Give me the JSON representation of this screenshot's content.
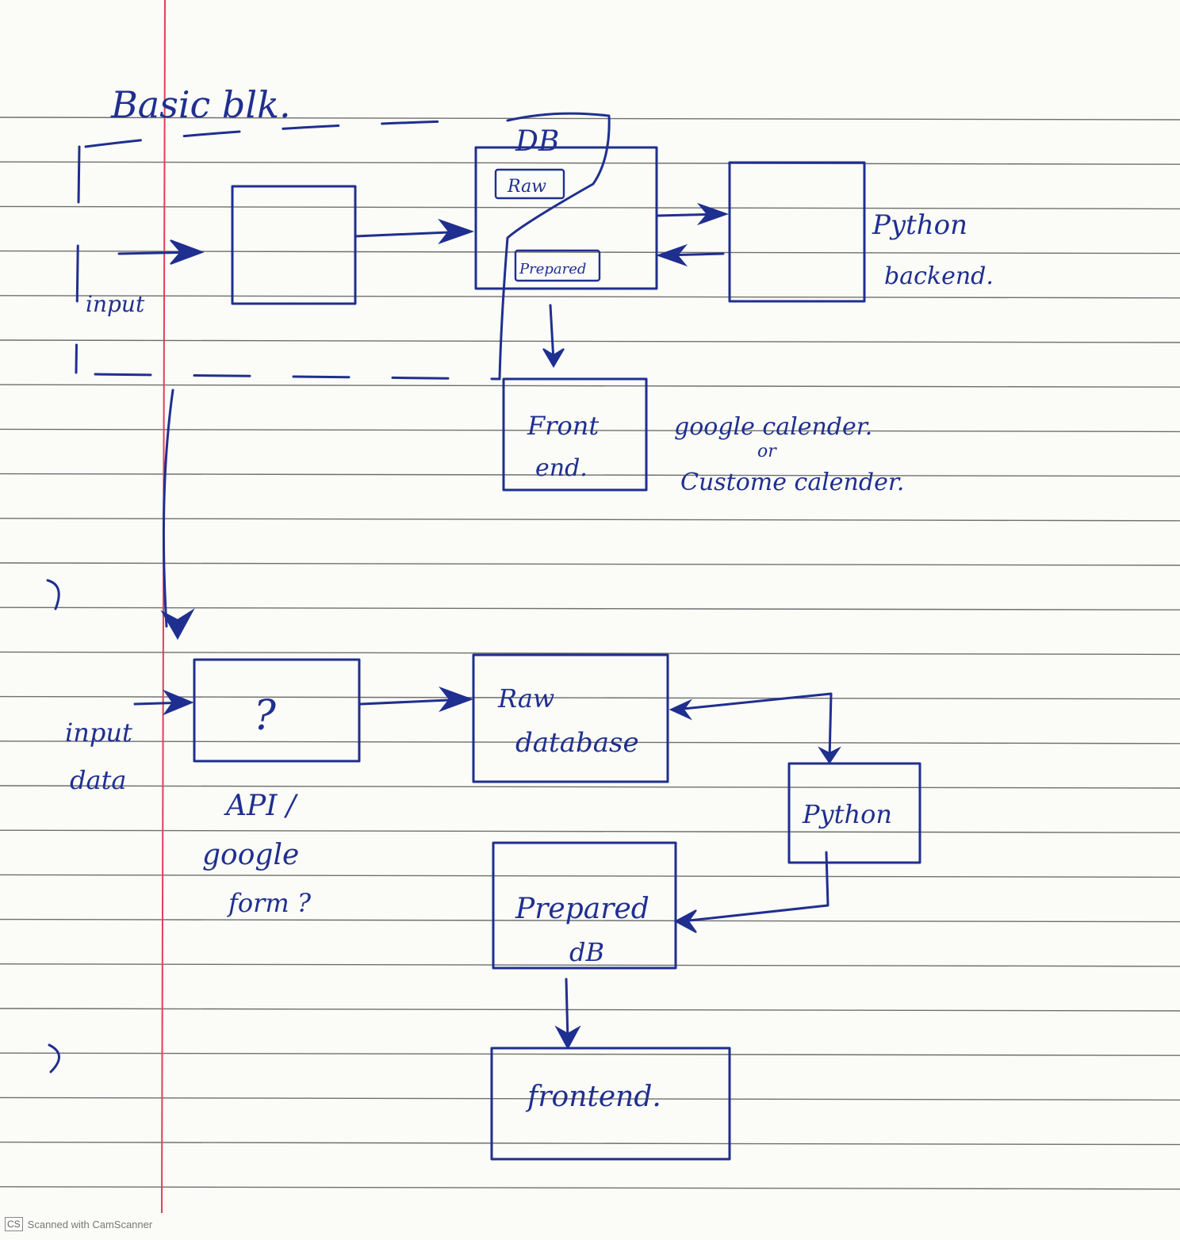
{
  "title": "Basic blk.",
  "top_diagram": {
    "input_label": "input",
    "db_label": "DB",
    "raw_label": "Raw",
    "prepared_label": "Prepared",
    "python_label_line1": "Python",
    "python_label_line2": "backend.",
    "frontend_line1": "Front",
    "frontend_line2": "end.",
    "calendar_line1": "google calender.",
    "calendar_or": "or",
    "calendar_line2": "Custome calender."
  },
  "bottom_diagram": {
    "input_line1": "input",
    "input_line2": "data",
    "api_box_symbol": "?",
    "api_line1": "API /",
    "api_line2": "google",
    "api_line3": "form ?",
    "raw_db_line1": "Raw",
    "raw_db_line2": "database",
    "python_label": "Python",
    "prepared_db_line1": "Prepared",
    "prepared_db_line2": "dB",
    "frontend_label": "frontend."
  },
  "footer": {
    "badge": "CS",
    "text": "Scanned with CamScanner"
  }
}
